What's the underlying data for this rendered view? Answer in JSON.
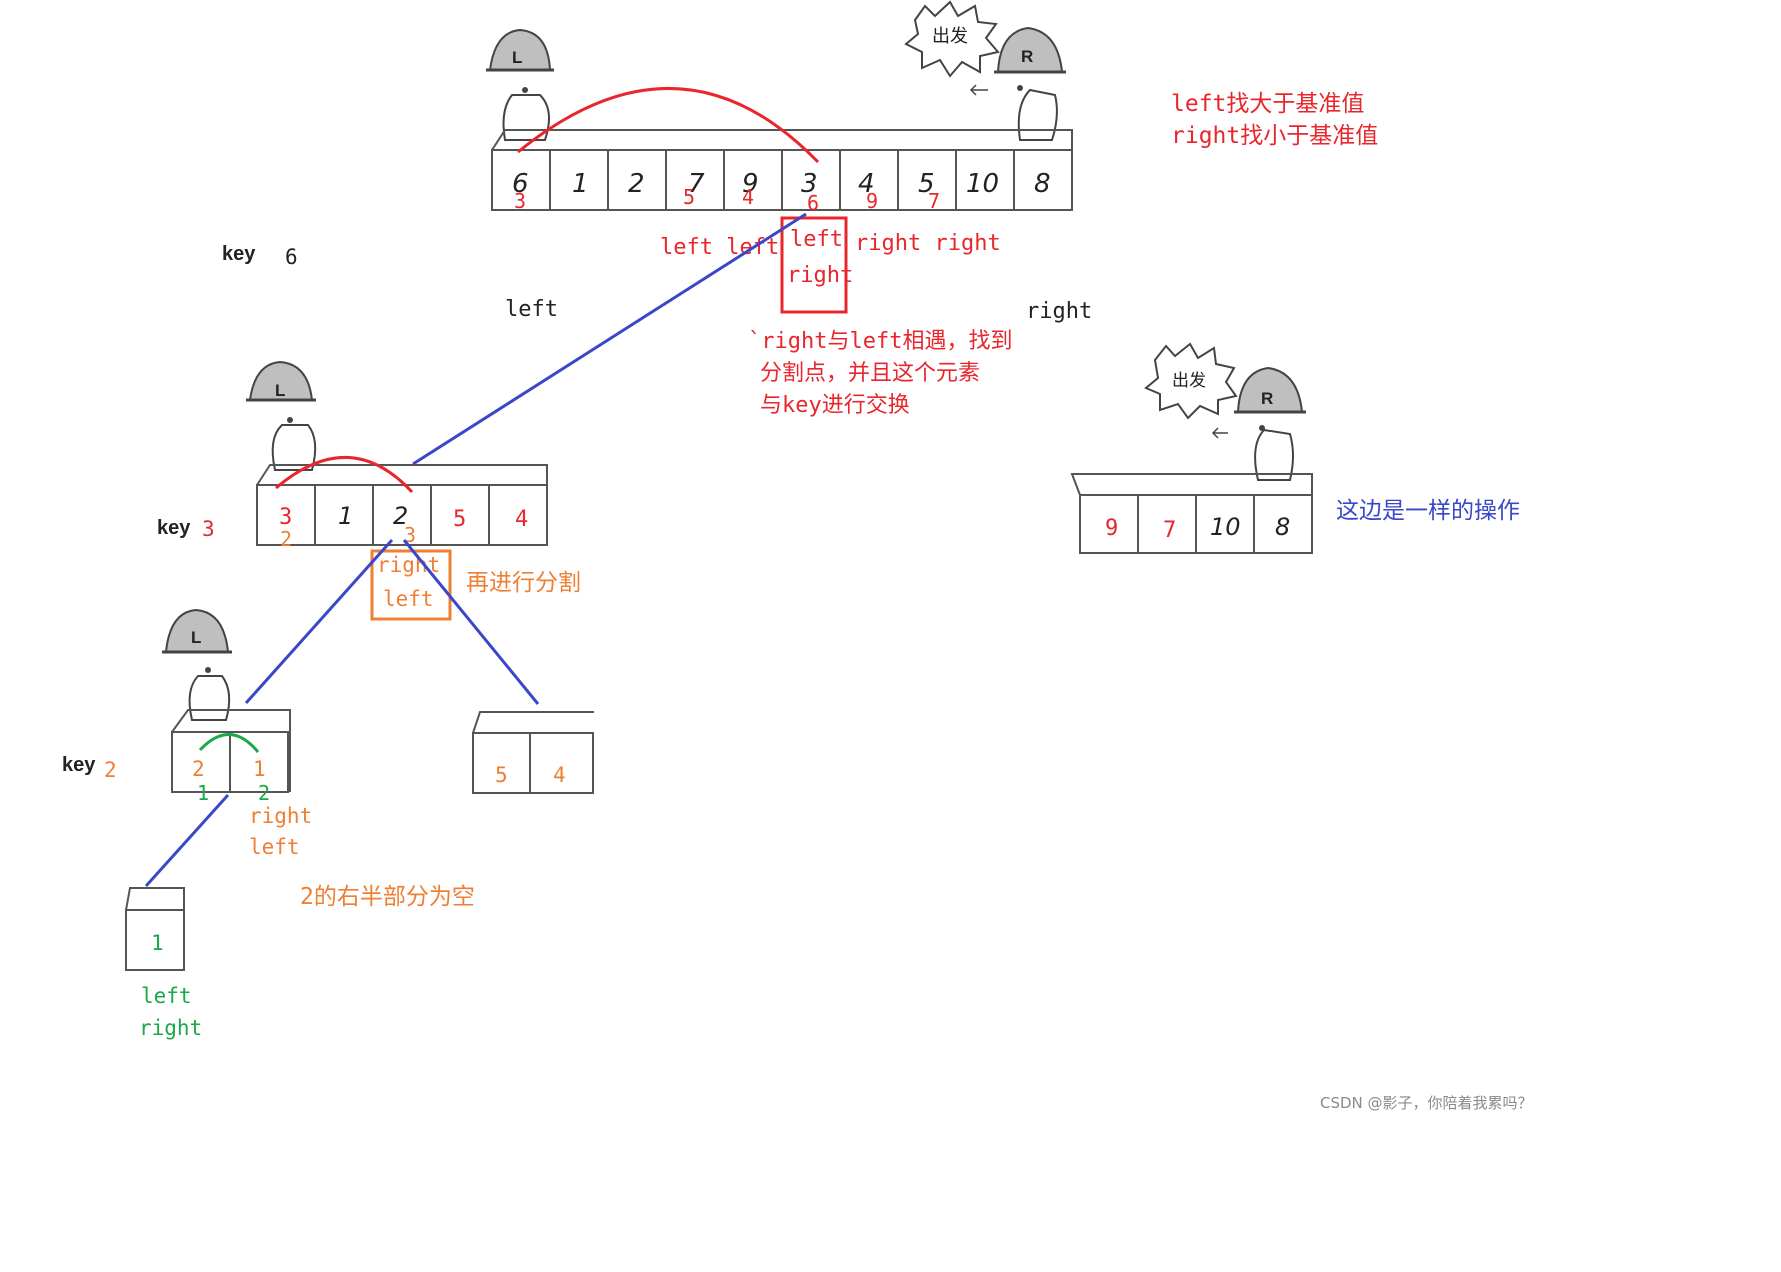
{
  "colors": {
    "red": "#e8262b",
    "orange": "#ee7f33",
    "blue": "#3a47c8",
    "green": "#1aa84a",
    "black": "#222222",
    "gray": "#8a8a8a"
  },
  "labels": {
    "L": "L",
    "R": "R",
    "go": "出发"
  },
  "top": {
    "cells": [
      "6",
      "1",
      "2",
      "7",
      "9",
      "3",
      "4",
      "5",
      "10",
      "8"
    ],
    "below": [
      "3",
      "5",
      "4",
      "6",
      "9",
      "7"
    ],
    "left_left": "left left",
    "box_left": "left",
    "box_right": "right",
    "right_right": "right right",
    "note1": "left找大于基准值",
    "note2": "right找小于基准值",
    "meet1": "`right与left相遇，找到",
    "meet2": "分割点，并且这个元素",
    "meet3": "与key进行交换",
    "key_label": "key",
    "key_value": "6",
    "branch_left": "left",
    "branch_right": "right"
  },
  "mid": {
    "cells": [
      "3",
      "1",
      "2",
      "5",
      "4"
    ],
    "below": [
      "2",
      "3"
    ],
    "key_label": "key",
    "key_value": "3",
    "box_right": "right",
    "box_left": "left",
    "note": "再进行分割"
  },
  "right_arr": {
    "cells": [
      "9",
      "7",
      "10",
      "8"
    ],
    "note": "这边是一样的操作"
  },
  "small": {
    "cells": [
      "2",
      "1"
    ],
    "below": [
      "1",
      "2"
    ],
    "key_label": "key",
    "key_value": "2",
    "right": "right",
    "left": "left",
    "note": "2的右半部分为空"
  },
  "pair": {
    "cells": [
      "5",
      "4"
    ]
  },
  "single": {
    "cell": "1",
    "left": "left",
    "right": "right"
  },
  "watermark": "CSDN @影子，你陪着我累吗？"
}
